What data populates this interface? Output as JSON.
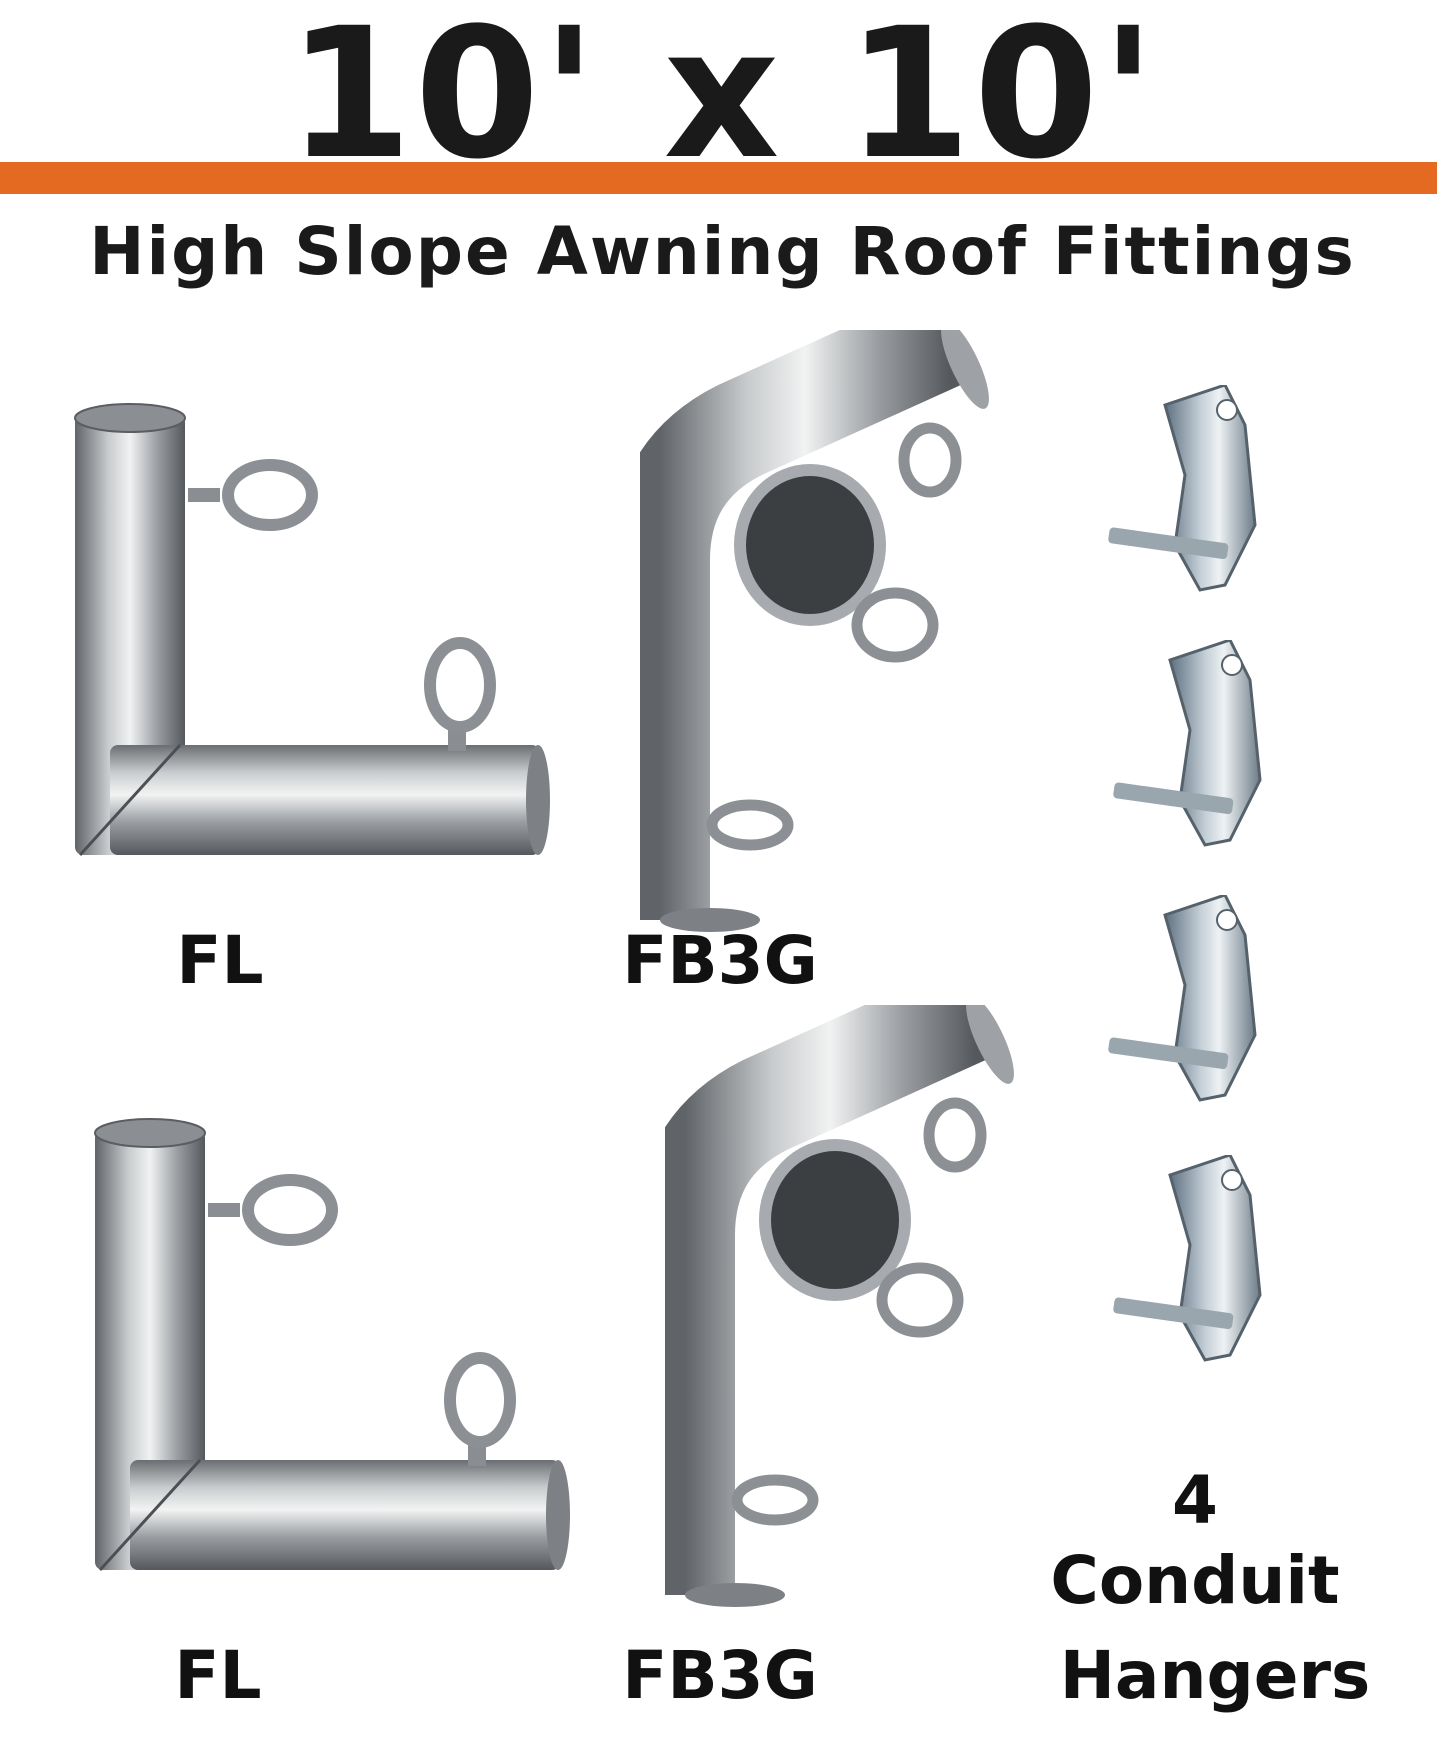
{
  "title": "10' x 10'",
  "subtitle": "High Slope Awning Roof Fittings",
  "accent_color": "#e36a20",
  "labels": {
    "fl_top": "FL",
    "fb3g_top": "FB3G",
    "fl_bottom": "FL",
    "fb3g_bottom": "FB3G",
    "hangers_count": "4",
    "hangers_line1": "Conduit",
    "hangers_line2": "Hangers"
  },
  "icons": [
    "fl-fitting-icon",
    "fb3g-fitting-icon",
    "conduit-hanger-icon"
  ]
}
